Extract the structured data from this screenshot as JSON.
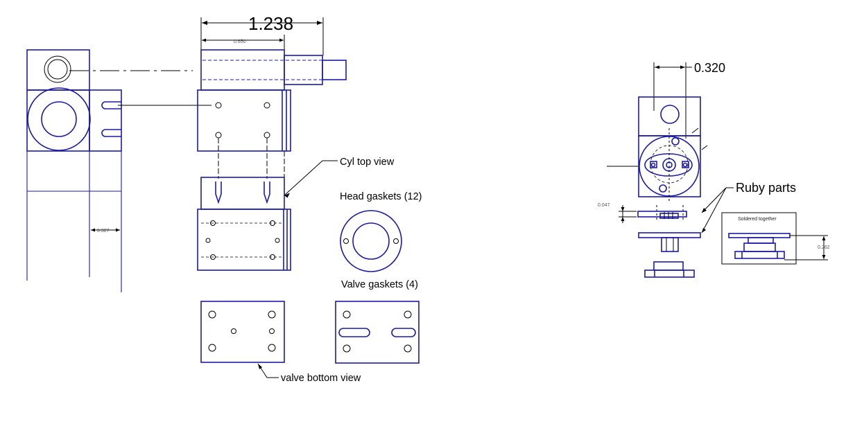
{
  "dimensions": {
    "overall_length": "1.238",
    "cyl_length": "0.650",
    "left_view_width": "0.327",
    "ruby_spacing": "0.320",
    "ruby_gasket": "0.047",
    "soldered_height": "0.262"
  },
  "labels": {
    "cyl_top_view": "Cyl top view",
    "head_gaskets": "Head gaskets (12)",
    "valve_gaskets": "Valve gaskets (4)",
    "valve_bottom_view": "valve bottom view",
    "ruby_parts": "Ruby parts",
    "soldered_together": "Soldered together"
  },
  "colors": {
    "linework": "#1a1aa6",
    "leaders": "#000000"
  }
}
